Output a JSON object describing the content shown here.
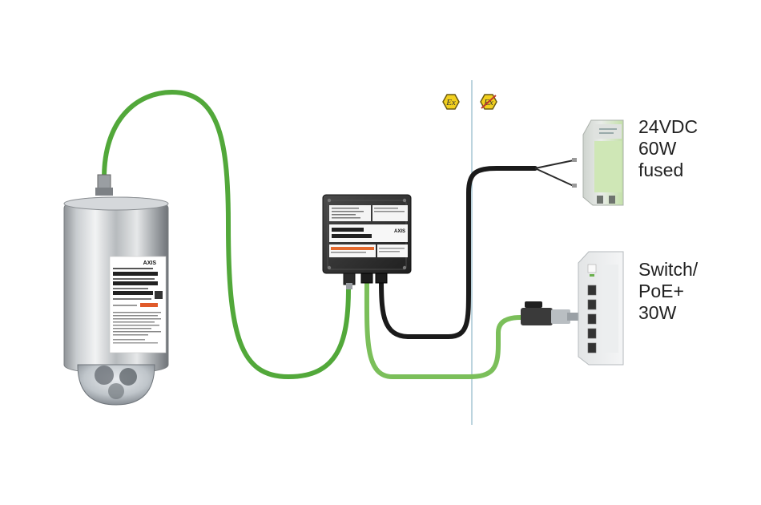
{
  "hazard_zone": {
    "ex_symbol_text": "Ex",
    "ex_symbol_color": "#f2d01e",
    "ex_symbol_border": "#6b5a12",
    "non_ex_cross_color": "#c0392b"
  },
  "camera": {
    "brand_label": "AXIS"
  },
  "junction_box": {
    "brand_label": "AXIS"
  },
  "power_supply": {
    "lines": [
      "24VDC",
      "60W",
      "fused"
    ]
  },
  "switch": {
    "lines": [
      "Switch/",
      "PoE+",
      "30W"
    ]
  },
  "colors": {
    "network_cable": "#52a83a",
    "network_cable_light": "#7bbf5a",
    "power_cable": "#1a1a1a",
    "boundary_line": "#8fb8c8"
  }
}
